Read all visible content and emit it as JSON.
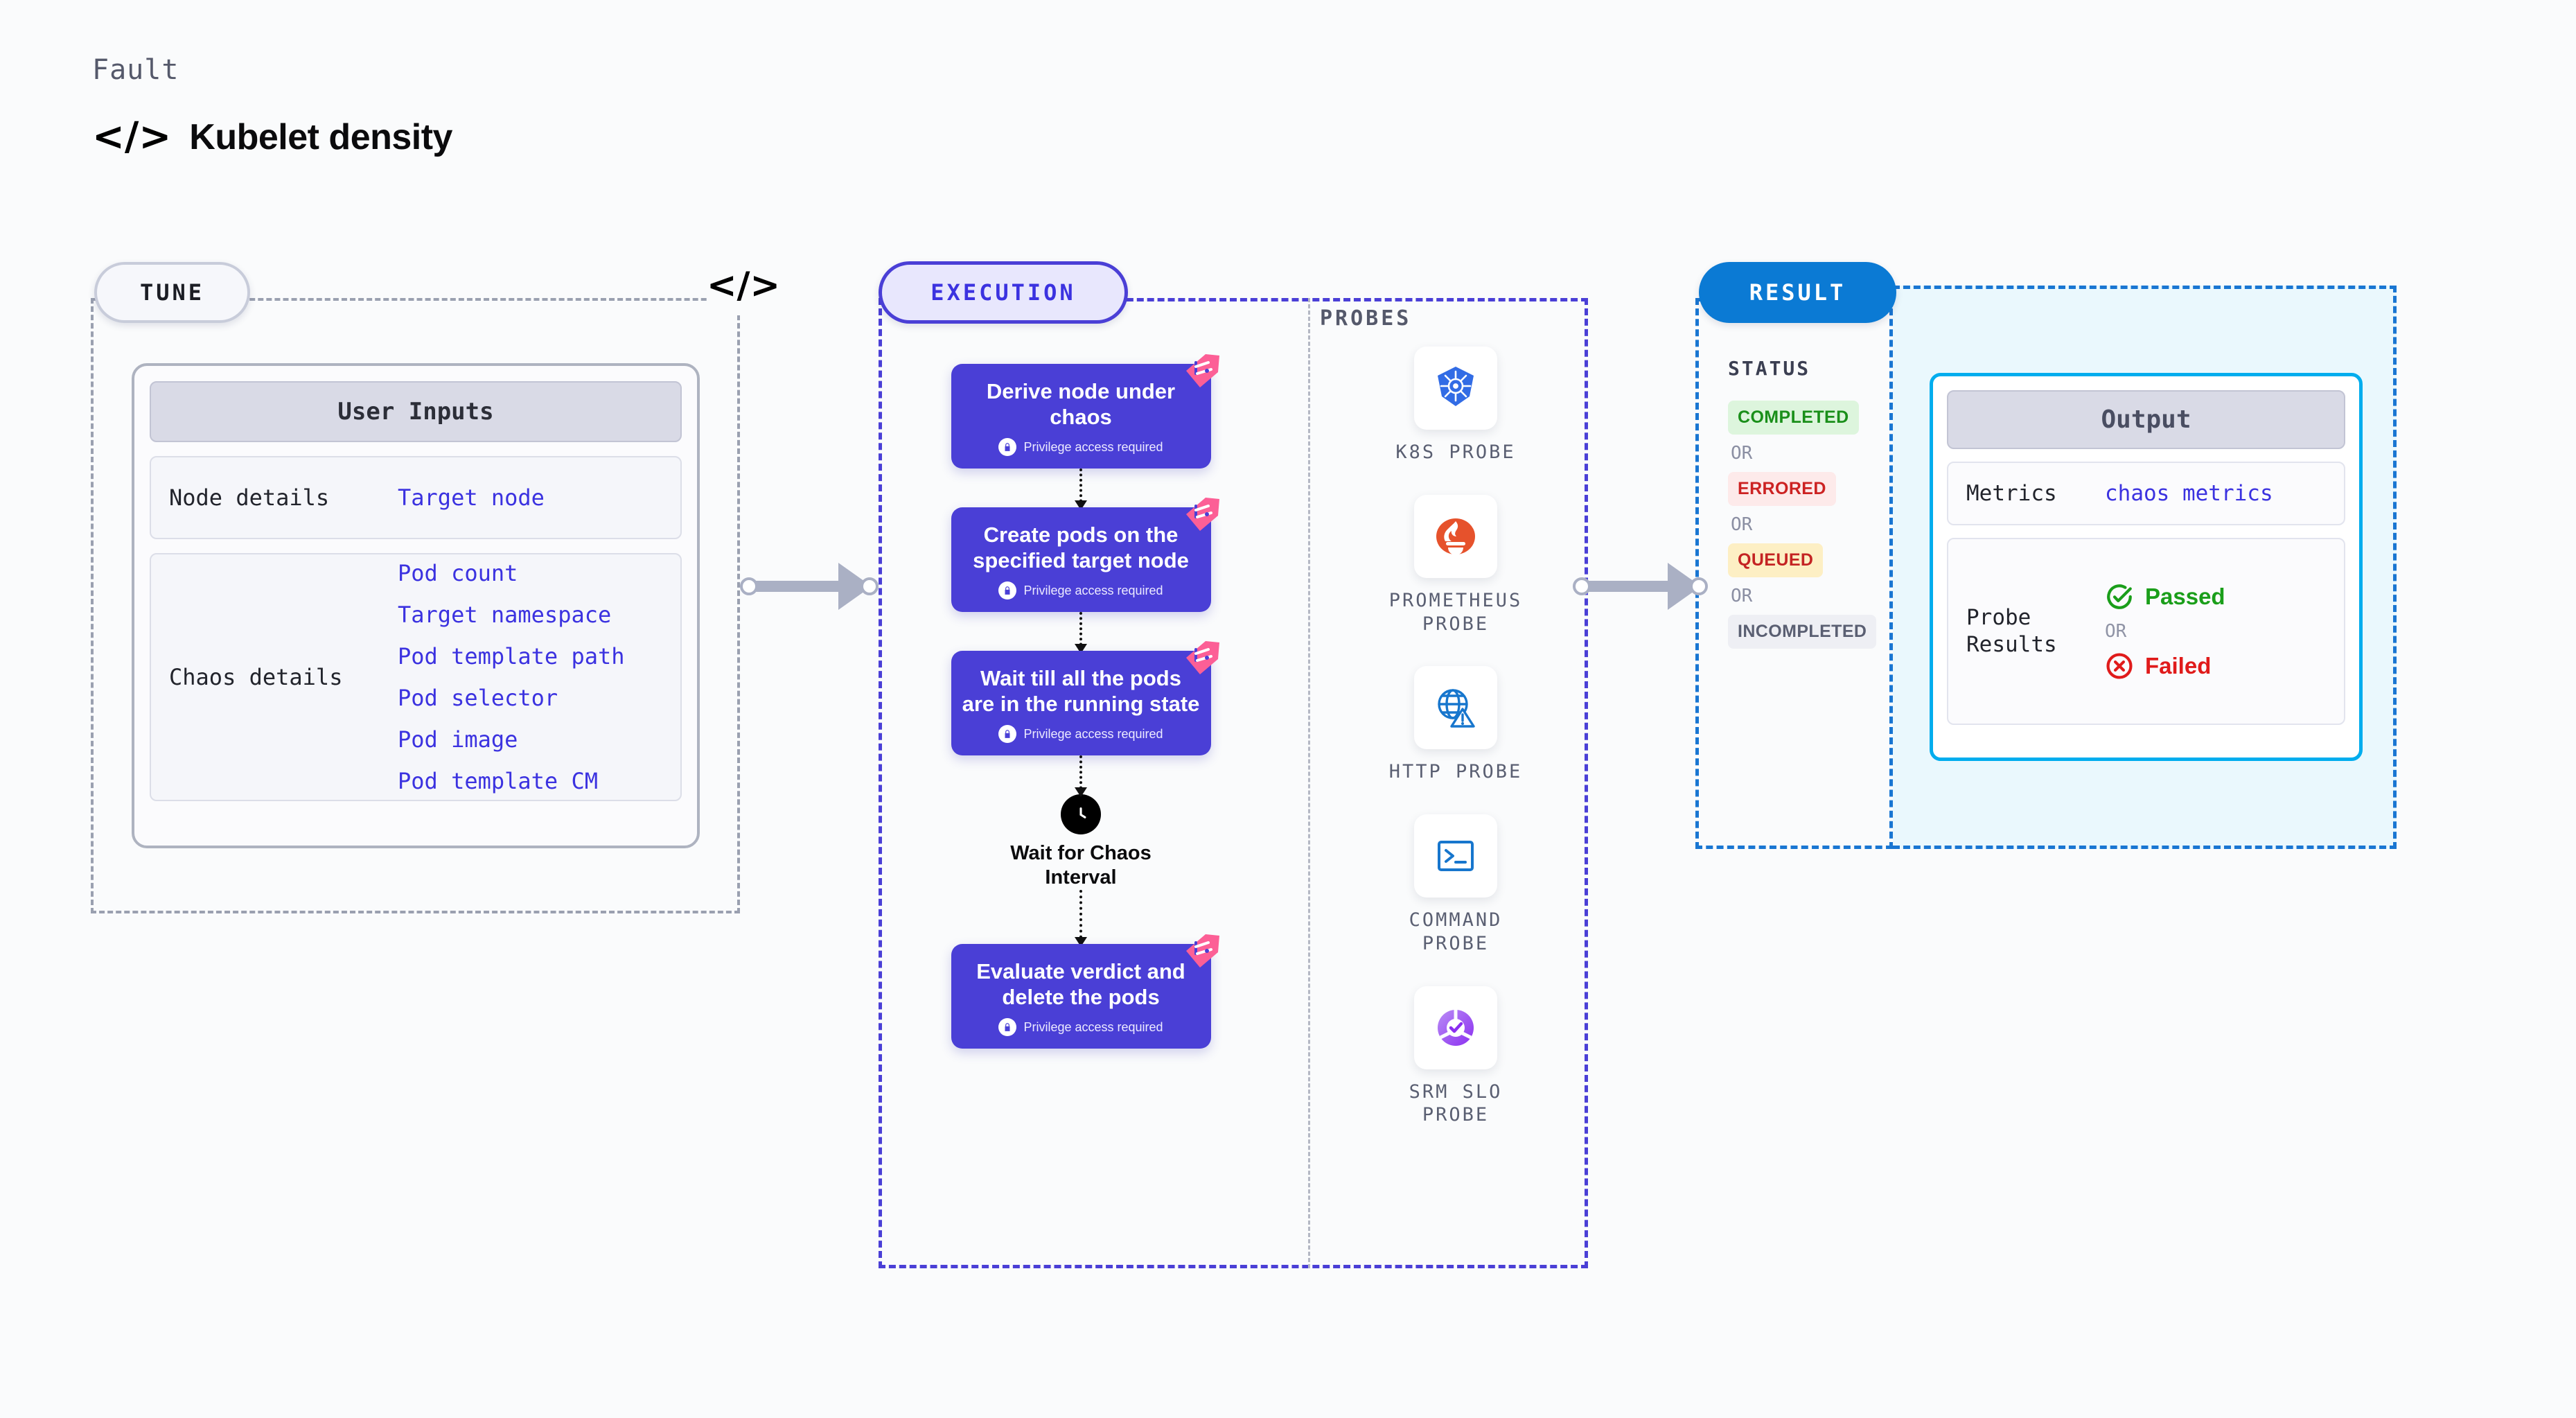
{
  "header": {
    "eyebrow": "Fault",
    "code_icon": "</>",
    "title": "Kubelet density"
  },
  "tune": {
    "pill_label": "TUNE",
    "corner_code_icon": "</>",
    "card": {
      "title": "User Inputs",
      "sections": [
        {
          "label": "Node details",
          "values": [
            "Target node"
          ]
        },
        {
          "label": "Chaos details",
          "values": [
            "Pod count",
            "Target namespace",
            "Pod template path",
            "Pod selector",
            "Pod image",
            "Pod template CM"
          ]
        }
      ]
    }
  },
  "execution": {
    "pill_label": "EXECUTION",
    "privilege_note": "Privilege access required",
    "nodes": [
      {
        "title": "Derive node under chaos",
        "privileged": true
      },
      {
        "title": "Create pods on the specified target node",
        "privileged": true
      },
      {
        "title": "Wait till all the pods are in the running state",
        "privileged": true
      }
    ],
    "wait_step": {
      "label": "Wait for Chaos Interval",
      "icon": "clock-icon"
    },
    "final_node": {
      "title": "Evaluate verdict and delete the pods",
      "privileged": true
    }
  },
  "probes": {
    "section_label": "PROBES",
    "items": [
      {
        "name": "K8S PROBE",
        "icon": "kubernetes-icon"
      },
      {
        "name": "PROMETHEUS PROBE",
        "icon": "prometheus-icon"
      },
      {
        "name": "HTTP PROBE",
        "icon": "http-globe-warning-icon"
      },
      {
        "name": "COMMAND PROBE",
        "icon": "terminal-icon"
      },
      {
        "name": "SRM SLO PROBE",
        "icon": "srm-slo-icon"
      }
    ]
  },
  "result": {
    "pill_label": "RESULT",
    "status_label": "STATUS",
    "or_text": "OR",
    "statuses": [
      {
        "label": "COMPLETED",
        "bg": "#ddf5dd",
        "fg": "#1a8f1a"
      },
      {
        "label": "ERRORED",
        "bg": "#fdeaea",
        "fg": "#cc2222"
      },
      {
        "label": "QUEUED",
        "bg": "#fdefc4",
        "fg": "#c42323"
      },
      {
        "label": "INCOMPLETED",
        "bg": "#eeeff4",
        "fg": "#5a5f72"
      }
    ],
    "output": {
      "title": "Output",
      "metrics_label": "Metrics",
      "metrics_value": "chaos metrics",
      "probe_results_label": "Probe Results",
      "passed_label": "Passed",
      "failed_label": "Failed",
      "or_text": "OR"
    }
  },
  "colors": {
    "accent_purple": "#4a3fd6",
    "accent_blue": "#1976d2",
    "accent_cyan": "#00adee",
    "link_blue": "#3b32e0",
    "pass_green": "#1a9e1a",
    "fail_red": "#e01b1b",
    "arrow_gray": "#aab0c4",
    "page_bg": "#fafbfc"
  }
}
